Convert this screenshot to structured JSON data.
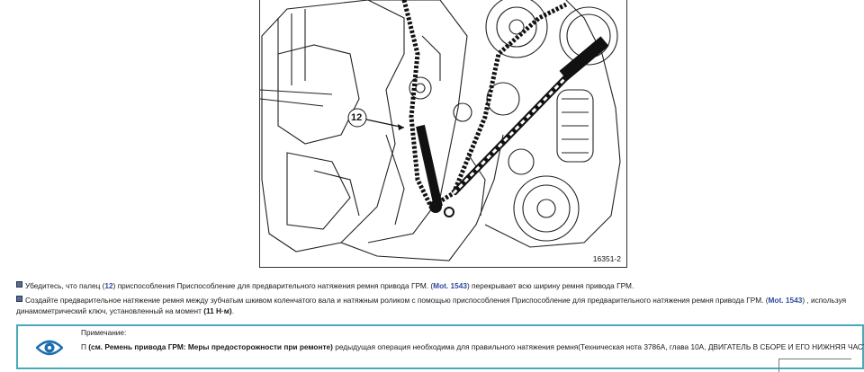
{
  "figure": {
    "callout_number": "12",
    "code": "16351-2"
  },
  "paragraphs": [
    {
      "pre": "Убедитесь, что палец (",
      "num": "12",
      "mid": ") приспособления Приспособление для предварительного натяжения ремня привода ГРМ. (",
      "link": "Mot. 1543",
      "post": ") перекрывает всю ширину ремня привода ГРМ."
    },
    {
      "pre": "Создайте предварительное натяжение ремня между зубчатым шкивом коленчатого вала и натяжным роликом с помощью приспособления Приспособление для предварительного натяжения ремня привода ГРМ. (",
      "link": "Mot. 1543",
      "post": ") , используя",
      "line2_pre": "динамометрический ключ, установленный на момент ",
      "torque": "(11 Н·м)",
      "line2_post": "."
    }
  ],
  "note": {
    "title": "Примечание:",
    "prefix": "П ",
    "bold": "(см. Ремень привода ГРМ: Меры предосторожности при ремонте)",
    "rest": " редыдущая операция необходима для правильного натяжения ремня(Техническая нота 3786A, глава 10A, ДВИГАТЕЛЬ В СБОРЕ И ЕГО НИЖНЯЯ ЧАСТЬ).",
    "icon": "eye-icon",
    "border_color": "#4aa9b9"
  }
}
